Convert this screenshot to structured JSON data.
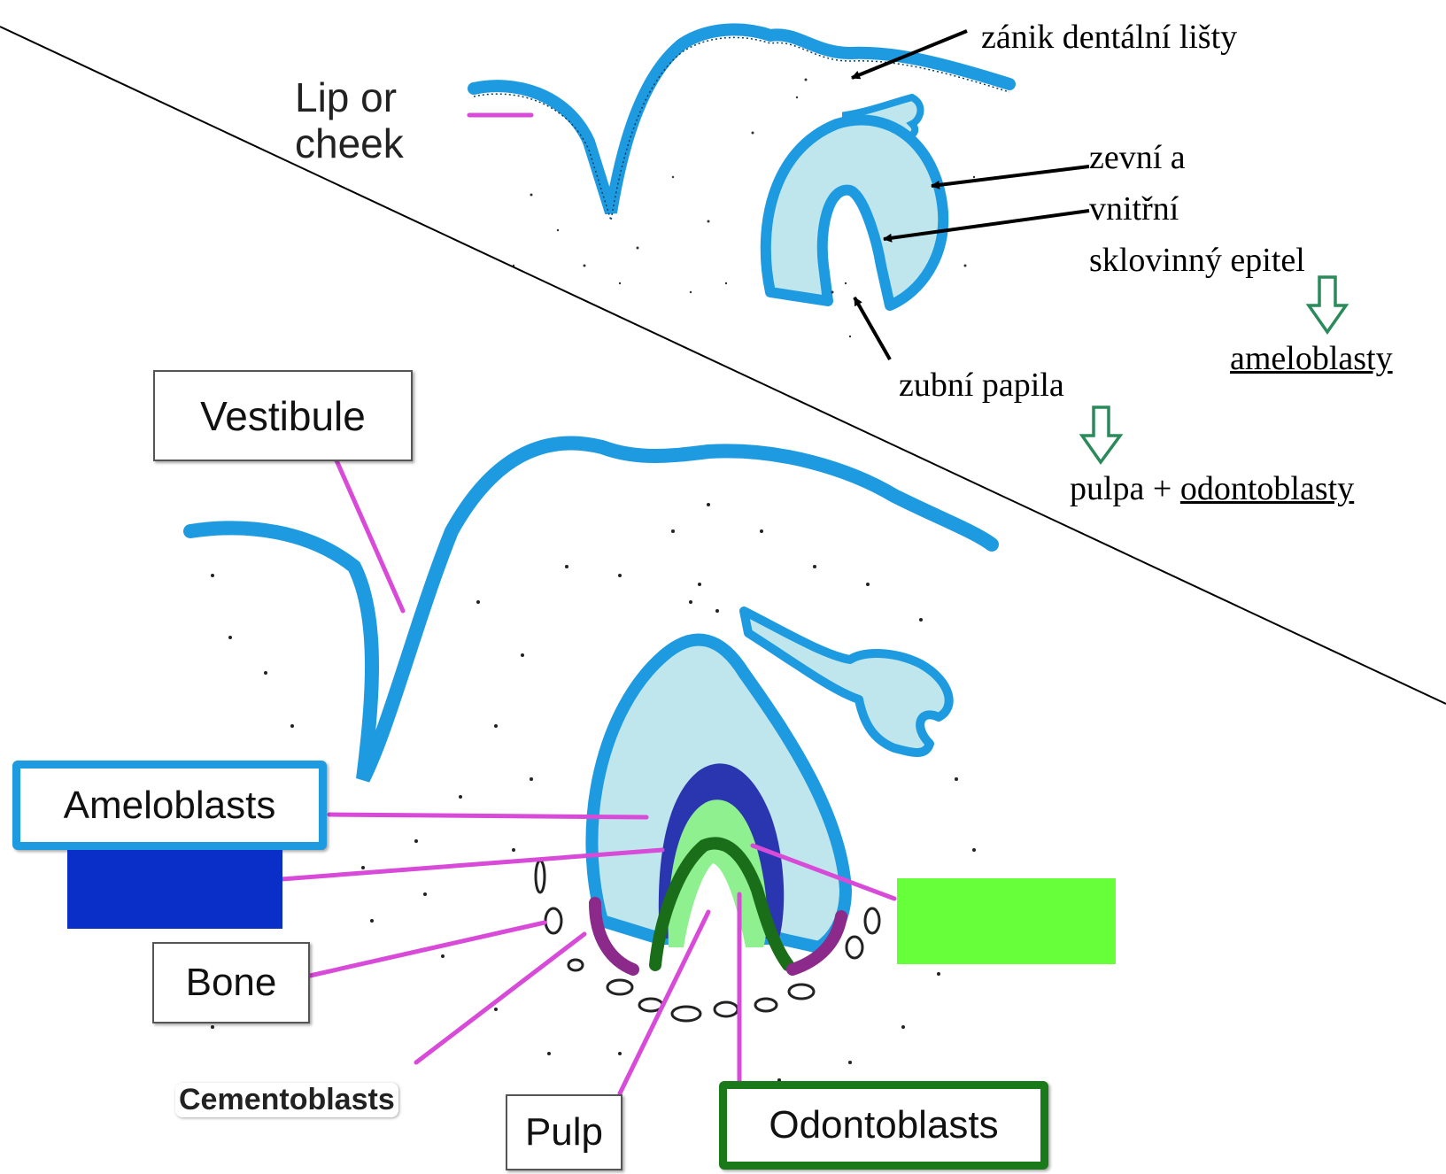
{
  "labels": {
    "lip_or_cheek_line1": "Lip or",
    "lip_or_cheek_line2": "cheek",
    "vestibule": "Vestibule",
    "ameloblasts": "Ameloblasts",
    "bone": "Bone",
    "cementoblasts": "Cementoblasts",
    "pulp": "Pulp",
    "odontoblasts": "Odontoblasts"
  },
  "annotations": {
    "zanik": "zánik dentální lišty",
    "zevni": "zevní a",
    "vnitrni": "vnitřní",
    "sklovinny": "sklovinný epitel",
    "ameloblasty": "ameloblasty",
    "zubni_papila": "zubní papila",
    "pulpa_prefix": "pulpa + ",
    "odontoblasty": "odontoblasty"
  },
  "colors": {
    "epithelium": "#1e9be0",
    "enamel_organ_fill": "#bfe6ec",
    "enamel": "#2a35b0",
    "dentin": "#8ef08e",
    "odontoblast_layer": "#1a6e1a",
    "cementoblast_layer": "#8b2a8b",
    "leader_line": "#d84ad8",
    "arrow_green": "#2a8a5a",
    "blank_blue_box": "#0a2fc8",
    "blank_green_box": "#66ff3a",
    "ameloblasts_border": "#1e9be0",
    "odontoblasts_border": "#1a7a1a"
  }
}
